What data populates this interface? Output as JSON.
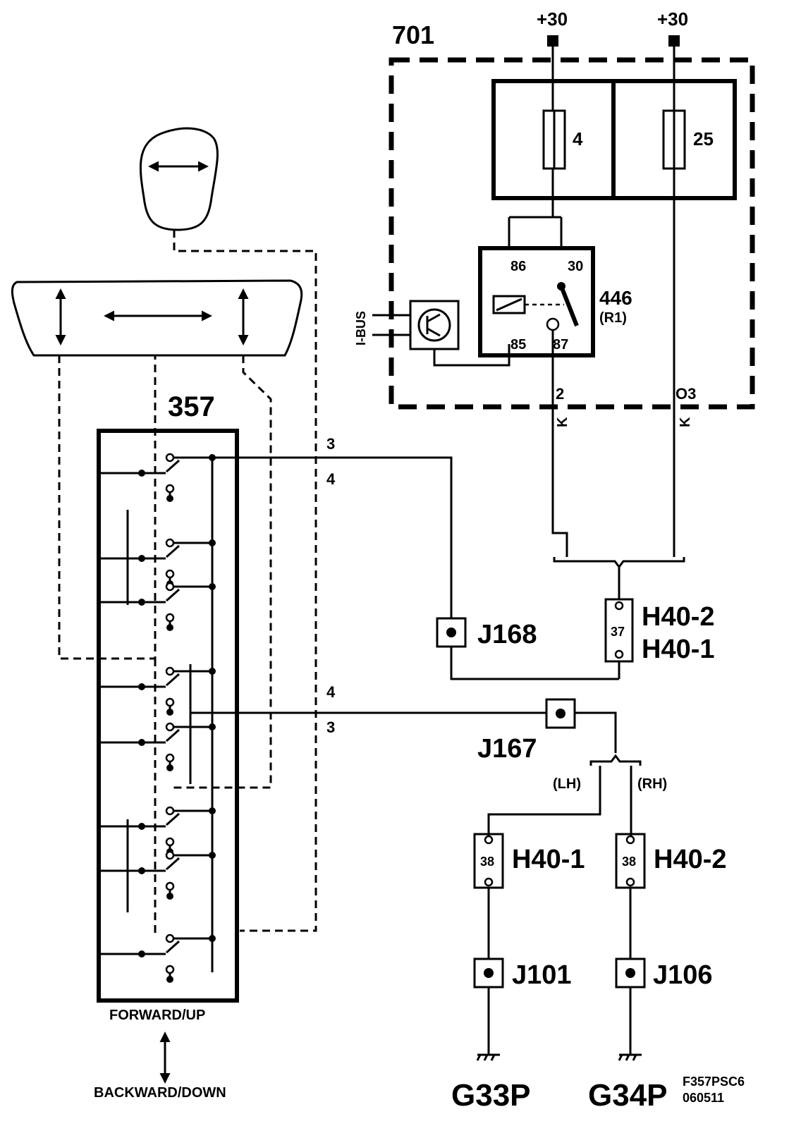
{
  "fusebox": {
    "id": "701",
    "supply_left": "+30",
    "supply_right": "+30",
    "fuse_left": "4",
    "fuse_right": "25"
  },
  "relay": {
    "id": "446",
    "sub": "(R1)",
    "pin86": "86",
    "pin30": "30",
    "pin85": "85",
    "pin87": "87"
  },
  "bus": {
    "label": "I-BUS"
  },
  "wires": {
    "w1": "2",
    "w1_code": "K",
    "w2": "O3",
    "w2_code": "K",
    "sw_top_a": "3",
    "sw_top_b": "4",
    "sw_bot_a": "4",
    "sw_bot_b": "3"
  },
  "switch": {
    "id": "357",
    "fwd_label": "FORWARD/UP",
    "back_label": "BACKWARD/DOWN"
  },
  "connectors": {
    "h40_top_pin": "37",
    "h40_top_a": "H40-2",
    "h40_top_b": "H40-1",
    "h40_lh_pin": "38",
    "h40_lh": "H40-1",
    "h40_rh_pin": "38",
    "h40_rh": "H40-2",
    "lh_tag": "(LH)",
    "rh_tag": "(RH)"
  },
  "splices": {
    "j168": "J168",
    "j167": "J167",
    "j101": "J101",
    "j106": "J106"
  },
  "grounds": {
    "g33": "G33P",
    "g34": "G34P"
  },
  "ref": {
    "line1": "F357PSC6",
    "line2": "060511"
  }
}
